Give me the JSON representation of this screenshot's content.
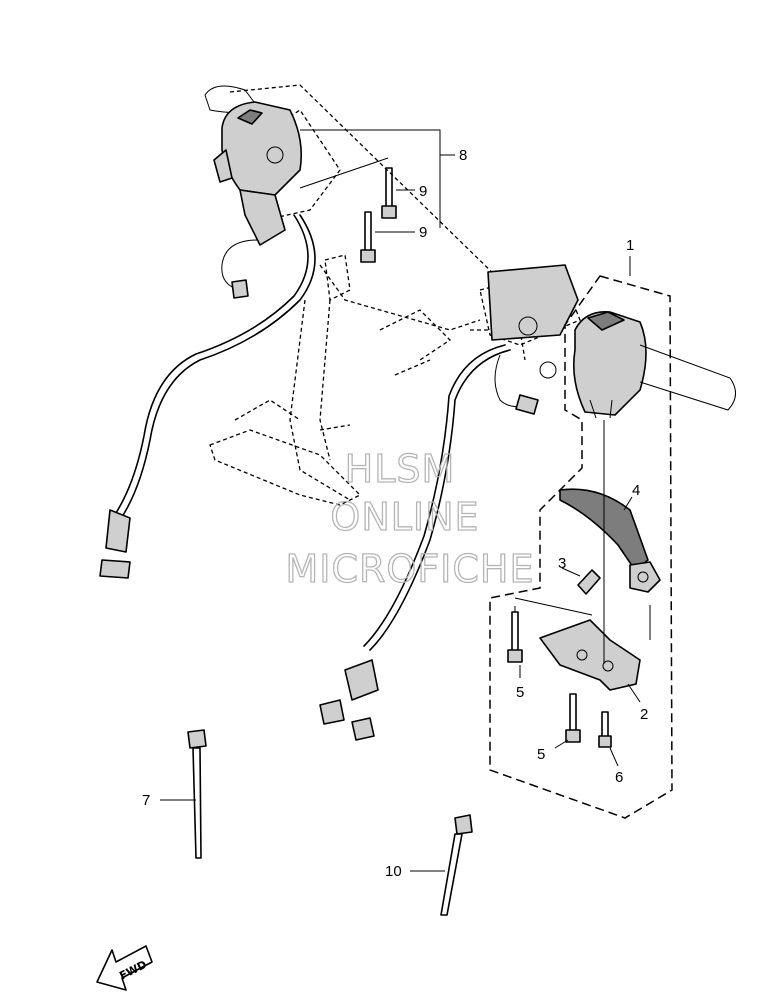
{
  "callouts": {
    "c1": "1",
    "c2": "2",
    "c3": "3",
    "c4": "4",
    "c5a": "5",
    "c5b": "5",
    "c6": "6",
    "c7": "7",
    "c8": "8",
    "c9a": "9",
    "c9b": "9",
    "c10": "10"
  },
  "watermark": {
    "line1": "HLSM",
    "line2": "ONLINE",
    "line3": "MICROFICHE"
  },
  "fwd_label": "FWD",
  "colors": {
    "ink": "#000000",
    "watermark": "#b5b5b5",
    "part_fill": "#cfcfcf",
    "part_dark": "#7d7d7d"
  }
}
